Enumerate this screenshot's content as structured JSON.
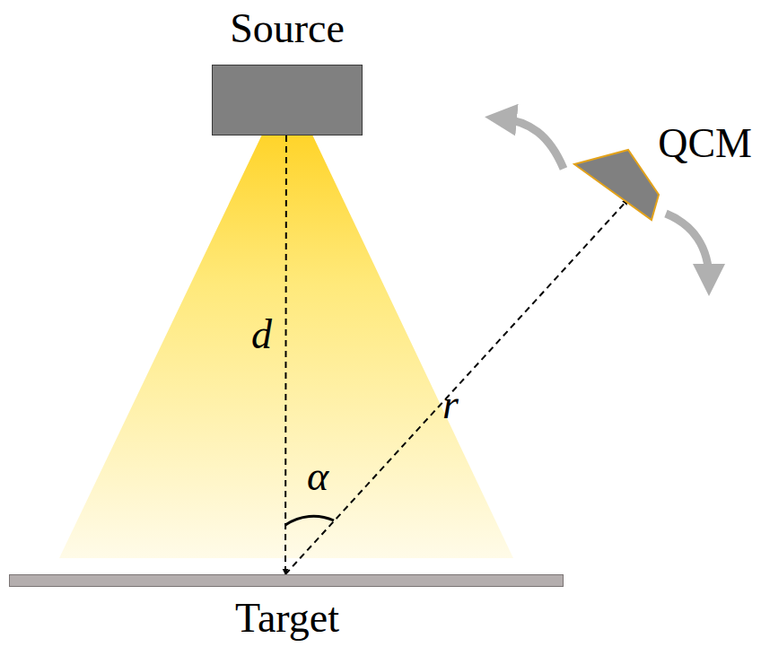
{
  "diagram": {
    "nodes": [
      {
        "text": [
          "Source"
        ]
      },
      {
        "text": [
          "QCM"
        ]
      },
      {
        "text": [
          "Target"
        ]
      }
    ],
    "edges": [
      {
        "from": 0,
        "to": 2,
        "arrow": "to",
        "label": "d"
      },
      {
        "from": 2,
        "to": 1,
        "arrow": "to",
        "label": "r"
      }
    ],
    "labels": [
      "α"
    ]
  }
}
